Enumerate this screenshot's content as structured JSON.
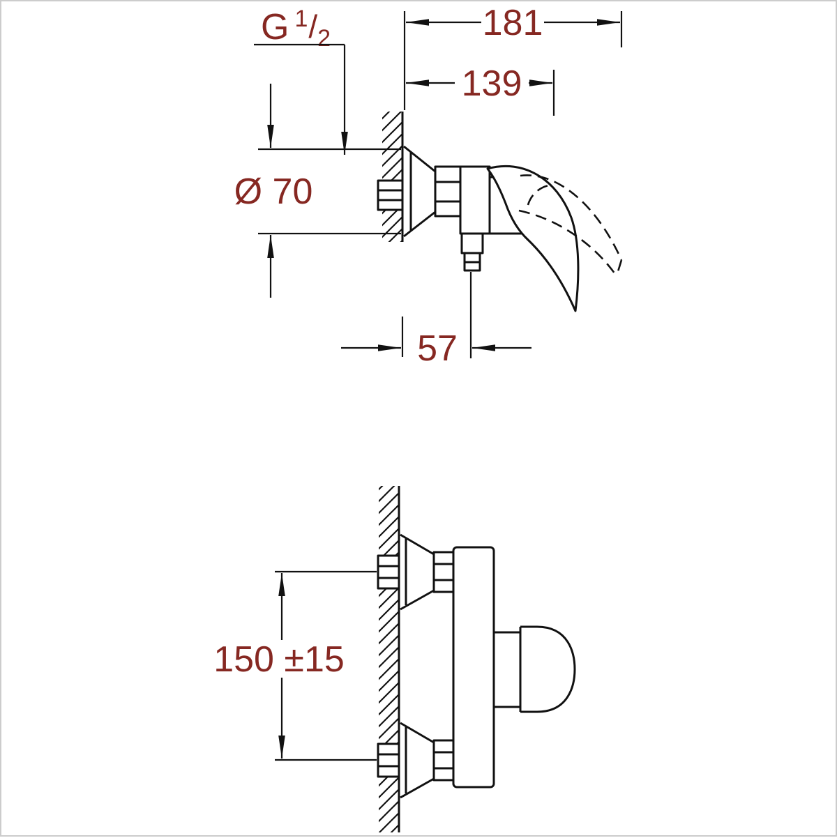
{
  "page": {
    "background_color": "#ffffff",
    "border_color": "#cccccc"
  },
  "drawing": {
    "type": "technical-dimension-drawing",
    "subject": "wall-mounted single-lever shower mixer tap",
    "line_color": "#111111",
    "dimension_text_color": "#862822",
    "side_view": {
      "thread_size": {
        "prefix": "G",
        "numerator": "1",
        "denominator": "2"
      },
      "overall_depth": "181",
      "handle_depth": "139",
      "escutcheon_diameter": "Ø 70",
      "outlet_offset": "57"
    },
    "front_view": {
      "connection_spacing": "150 ±15"
    }
  }
}
